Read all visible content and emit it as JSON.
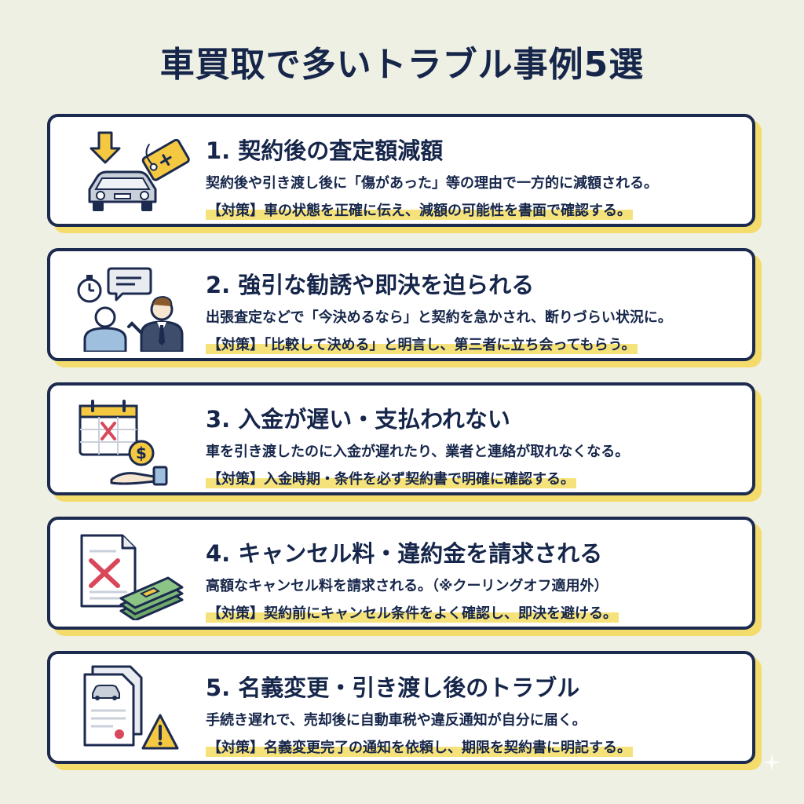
{
  "title": "車買取で多いトラブル事例5選",
  "cases": [
    {
      "heading": "1. 契約後の査定額減額",
      "description": "契約後や引き渡し後に「傷があった」等の理由で一方的に減額される。",
      "tip": "【対策】車の状態を正確に伝え、減額の可能性を書面で確認する。",
      "icons": [
        "down-arrow-icon",
        "price-tag-icon",
        "car-icon"
      ]
    },
    {
      "heading": "2. 強引な勧誘や即決を迫られる",
      "description": "出張査定などで「今決めるなら」と契約を急かされ、断りづらい状況に。",
      "tip": "【対策】「比較して決める」と明言し、第三者に立ち会ってもらう。",
      "icons": [
        "stopwatch-icon",
        "speech-bubble-icon",
        "customer-icon",
        "salesman-icon"
      ]
    },
    {
      "heading": "3. 入金が遅い・支払われない",
      "description": "車を引き渡したのに入金が遅れたり、業者と連絡が取れなくなる。",
      "tip": "【対策】入金時期・条件を必ず契約書で明確に確認する。",
      "icons": [
        "calendar-icon",
        "dollar-coin-icon",
        "open-hand-icon"
      ]
    },
    {
      "heading": "4. キャンセル料・違約金を請求される",
      "description": "高額なキャンセル料を請求される。（※クーリングオフ適用外）",
      "tip": "【対策】契約前にキャンセル条件をよく確認し、即決を避ける。",
      "icons": [
        "cancelled-document-icon",
        "money-stack-icon"
      ]
    },
    {
      "heading": "5. 名義変更・引き渡し後のトラブル",
      "description": "手続き遅れで、売却後に自動車税や違反通知が自分に届く。",
      "tip": "【対策】名義変更完了の通知を依頼し、期限を契約書に明記する。",
      "icons": [
        "vehicle-registration-document-icon",
        "warning-icon"
      ]
    }
  ],
  "colors": {
    "background": "#eff0e4",
    "navy": "#1b2a4e",
    "accent_yellow": "#f4dc6c",
    "alert_red": "#d9475a",
    "icon_blue": "#9fbfdf"
  }
}
